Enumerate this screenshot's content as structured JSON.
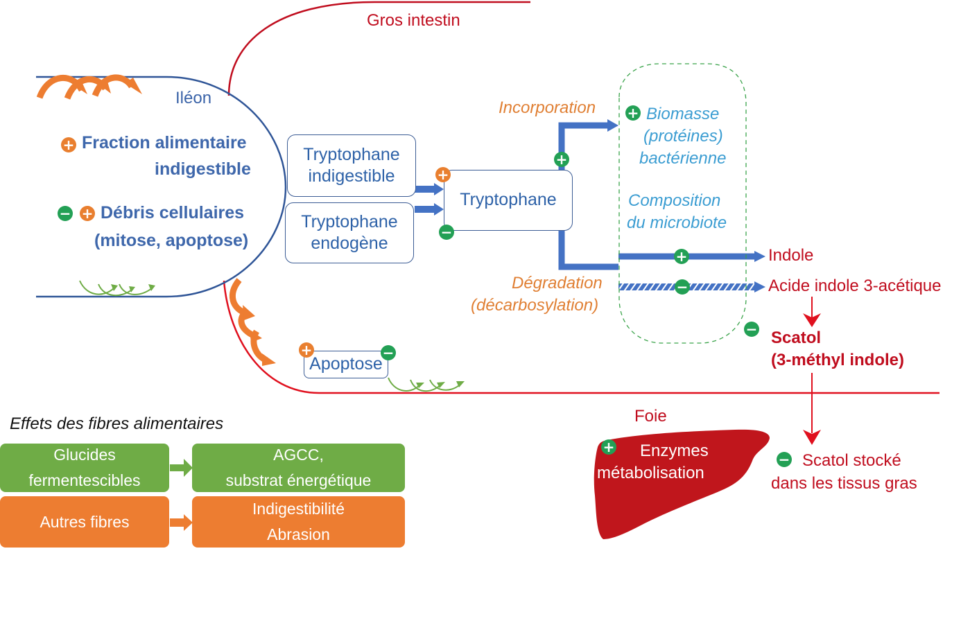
{
  "regions": {
    "large_intestine": "Gros intestin",
    "ileum": "Iléon",
    "liver": "Foie"
  },
  "ileum_inputs": {
    "fraction_line1": "Fraction alimentaire",
    "fraction_line2": "indigestible",
    "debris_line1": "Débris cellulaires",
    "debris_line2": "(mitose, apoptose)"
  },
  "boxes": {
    "trp_indigestible_line1": "Tryptophane",
    "trp_indigestible_line2": "indigestible",
    "trp_endogenous_line1": "Tryptophane",
    "trp_endogenous_line2": "endogène",
    "trp_central": "Tryptophane",
    "apoptosis": "Apoptose"
  },
  "pathways": {
    "incorporation": "Incorporation",
    "degradation_line1": "Dégradation",
    "degradation_line2": "(décarbosylation)"
  },
  "microbiota": {
    "biomass_line1": "Biomasse",
    "biomass_line2": "(protéines)",
    "biomass_line3": "bactérienne",
    "composition_line1": "Composition",
    "composition_line2": "du microbiote"
  },
  "products": {
    "indole": "Indole",
    "iaa": "Acide indole 3-acétique",
    "skatole_line1": "Scatol",
    "skatole_line2": "(3-méthyl indole)",
    "stored_line1": "Scatol stocké",
    "stored_line2": "dans les tissus gras"
  },
  "liver": {
    "line1": "Enzymes",
    "line2": "métabolisation"
  },
  "legend": {
    "title": "Effets des fibres alimentaires",
    "fermentable_line1": "Glucides",
    "fermentable_line2": "fermentescibles",
    "scfa_line1": "AGCC,",
    "scfa_line2": "substrat énergétique",
    "other_fibres": "Autres fibres",
    "effect_line1": "Indigestibilité",
    "effect_line2": "Abrasion"
  },
  "signs": {
    "plus": "+",
    "minus": "−"
  },
  "colors": {
    "intestine_red": "#c00d1e",
    "ileum_blue": "#2f5597",
    "flow_blue": "#4472c4",
    "orange": "#ed7d31",
    "green": "#23a055",
    "legend_green": "#6fac46",
    "liver_red": "#c0161c",
    "cyan_text": "#3b9dd2"
  }
}
